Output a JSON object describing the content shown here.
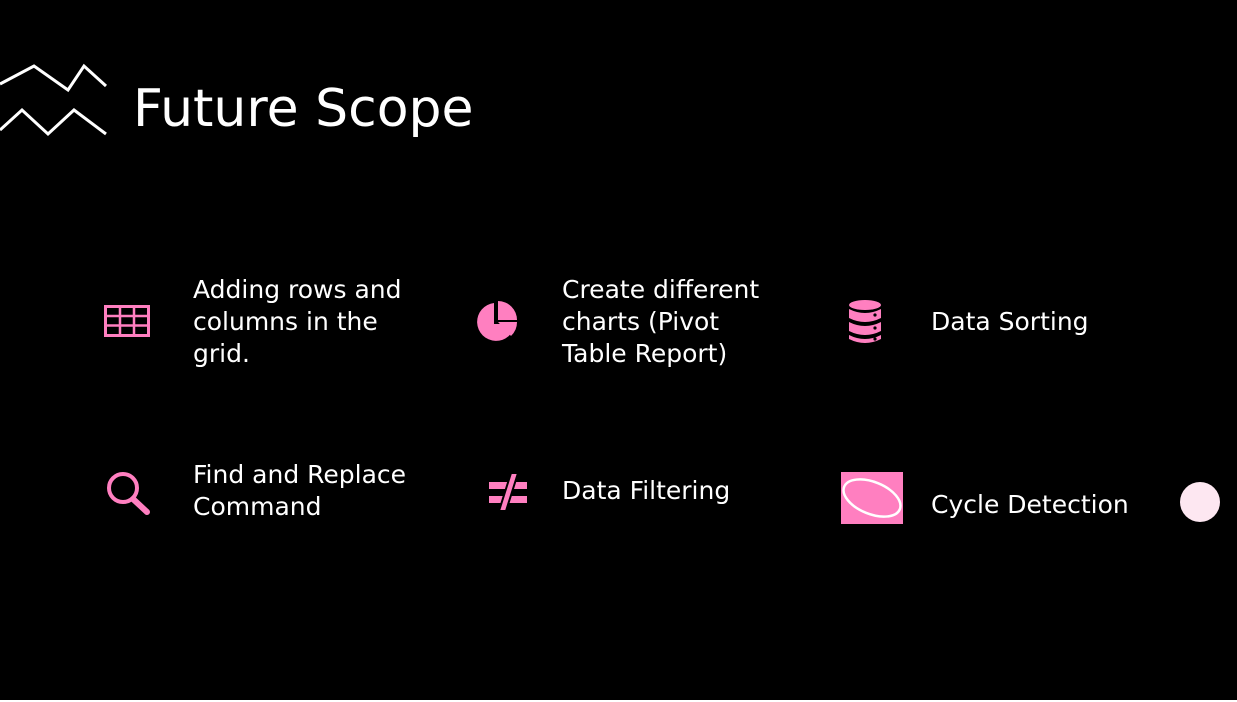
{
  "slide": {
    "title": "Future Scope",
    "accent_color": "#ff7fc0"
  },
  "features": [
    {
      "icon": "table-grid-icon",
      "label": "Adding rows and\ncolumns in the\ngrid."
    },
    {
      "icon": "pie-chart-icon",
      "label": "Create different\ncharts (Pivot\nTable Report)"
    },
    {
      "icon": "database-icon",
      "label": "Data Sorting"
    },
    {
      "icon": "magnifier-icon",
      "label": "Find and Replace\nCommand"
    },
    {
      "icon": "not-equal-icon",
      "label": "Data Filtering"
    },
    {
      "icon": "cycle-ring-icon",
      "label": "Cycle Detection"
    }
  ]
}
